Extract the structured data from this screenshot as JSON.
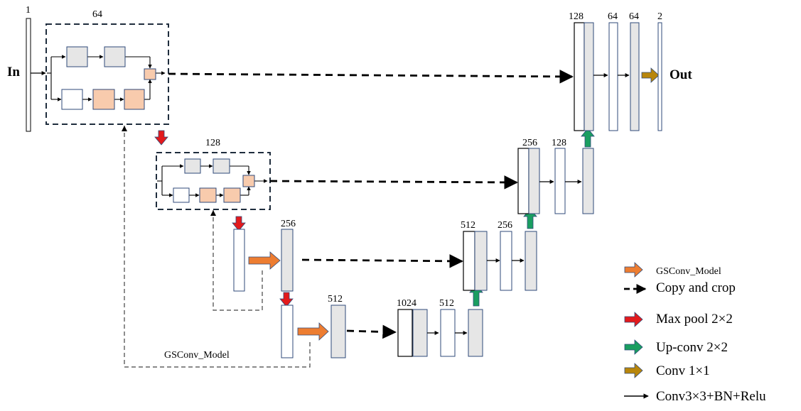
{
  "diagram": {
    "input_label": "In",
    "output_label": "Out",
    "channel_labels": {
      "input": "1",
      "enc1": "64",
      "enc2": "128",
      "enc3": "256",
      "enc4": "512",
      "bottleneck": "1024",
      "bottleneck_conv": "512",
      "dec4_concat": "512",
      "dec4_conv": "256",
      "dec3_concat": "256",
      "dec3_conv": "128",
      "dec2_concat": "128",
      "dec2_conv1": "64",
      "dec2_conv2": "64",
      "output": "2"
    },
    "gsconv_caption": "GSConv_Model"
  },
  "legend": {
    "items": [
      {
        "label": "GSConv_Model",
        "color": "#ed7d31",
        "kind": "block-arrow"
      },
      {
        "label": "Copy and crop",
        "color": "#000000",
        "kind": "dashed-arrow"
      },
      {
        "label": "Max pool 2×2",
        "color": "#e31a1c",
        "kind": "block-arrow"
      },
      {
        "label": "Up-conv 2×2",
        "color": "#1a9e60",
        "kind": "block-arrow"
      },
      {
        "label": "Conv 1×1",
        "color": "#b8860b",
        "kind": "block-arrow"
      },
      {
        "label": "Conv3×3+BN+Relu",
        "color": "#000000",
        "kind": "solid-arrow"
      }
    ]
  },
  "colors": {
    "block_border": "#2f4a7a",
    "block_gray": "#e6e6e6",
    "block_peach": "#f8cbad",
    "gsconv_orange": "#ed7d31",
    "maxpool_red": "#e31a1c",
    "upconv_green": "#1a9e60",
    "conv1x1_gold": "#b8860b"
  }
}
